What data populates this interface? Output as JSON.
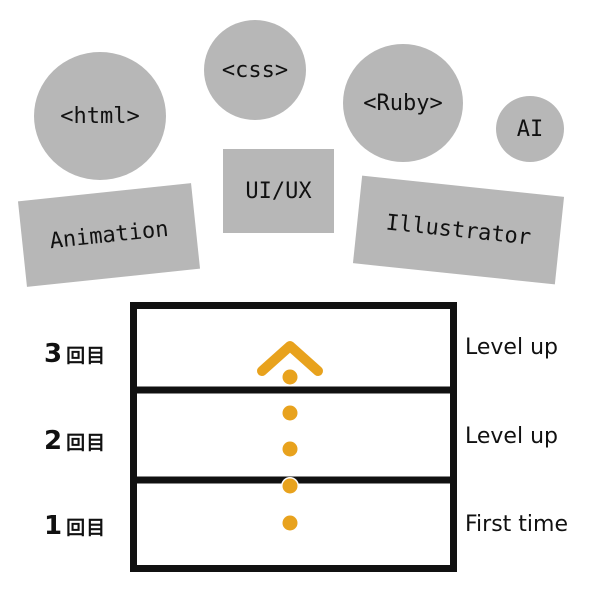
{
  "skills": {
    "html": "<html>",
    "css": "<css>",
    "ruby": "<Ruby>",
    "ai": "AI",
    "animation": "Animation",
    "uiux": "UI/UX",
    "illustrator": "Illustrator"
  },
  "levels": [
    {
      "num": "3",
      "unit": "回目",
      "status": "Level up"
    },
    {
      "num": "2",
      "unit": "回目",
      "status": "Level up"
    },
    {
      "num": "1",
      "unit": "回目",
      "status": "First time"
    }
  ],
  "colors": {
    "bubble": "#b7b7b7",
    "frame": "#111111",
    "accent": "#e8a21d"
  },
  "icons": {
    "arrow": "chevron-up-icon",
    "dot": "dot-icon"
  }
}
